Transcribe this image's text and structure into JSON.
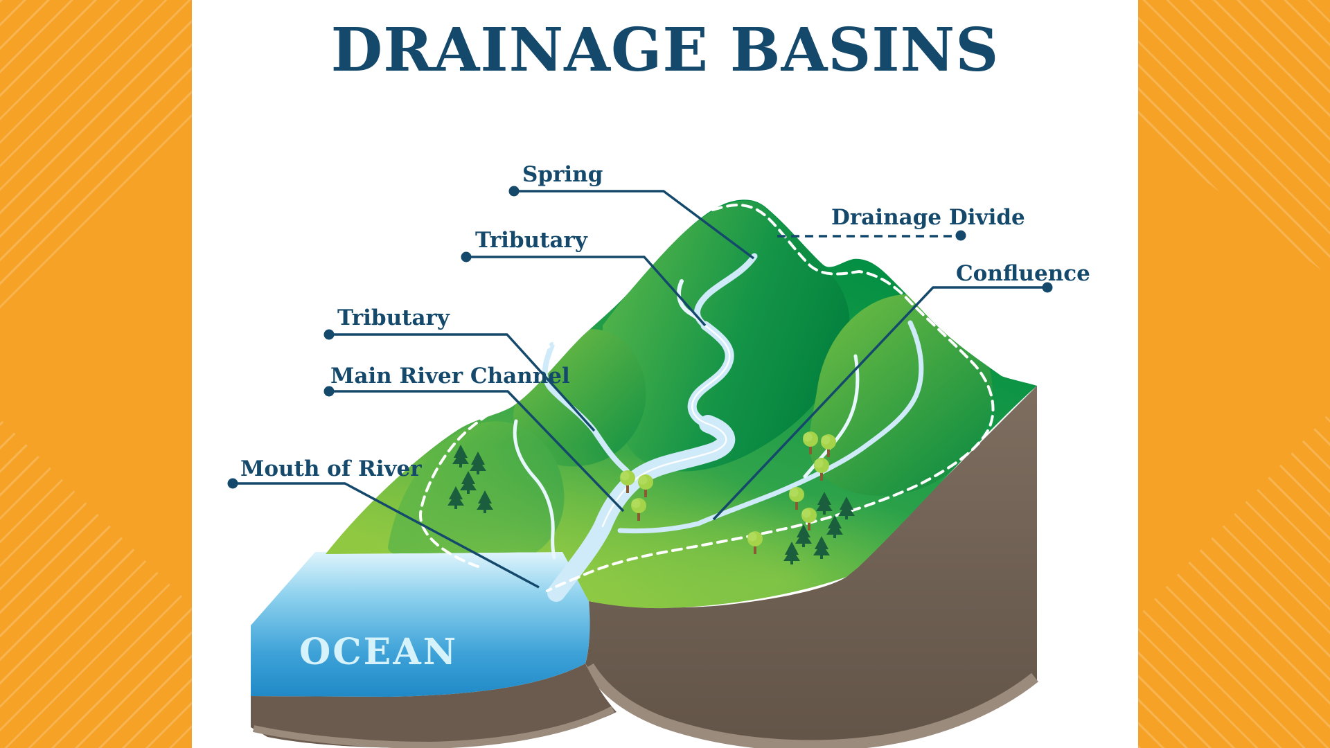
{
  "title": "DRAINAGE BASINS",
  "diagram": {
    "labels": {
      "spring": "Spring",
      "drainage_divide": "Drainage Divide",
      "tributary_upper": "Tributary",
      "tributary_lower": "Tributary",
      "main_river_channel": "Main River Channel",
      "mouth_of_river": "Mouth of River",
      "confluence": "Confluence",
      "ocean": "OCEAN"
    }
  },
  "colors": {
    "accent_orange": "#f5a226",
    "label_navy": "#14496c",
    "grass_light": "#8dc63f",
    "grass_deep": "#008e43",
    "river_blue": "#cfeaf8",
    "divide_dash": "#ffffff",
    "ocean_deep": "#2089c6",
    "ocean_light": "#dff4fc",
    "soil_brown": "#6e5f53",
    "soil_light_strip": "#9a8b7d"
  }
}
